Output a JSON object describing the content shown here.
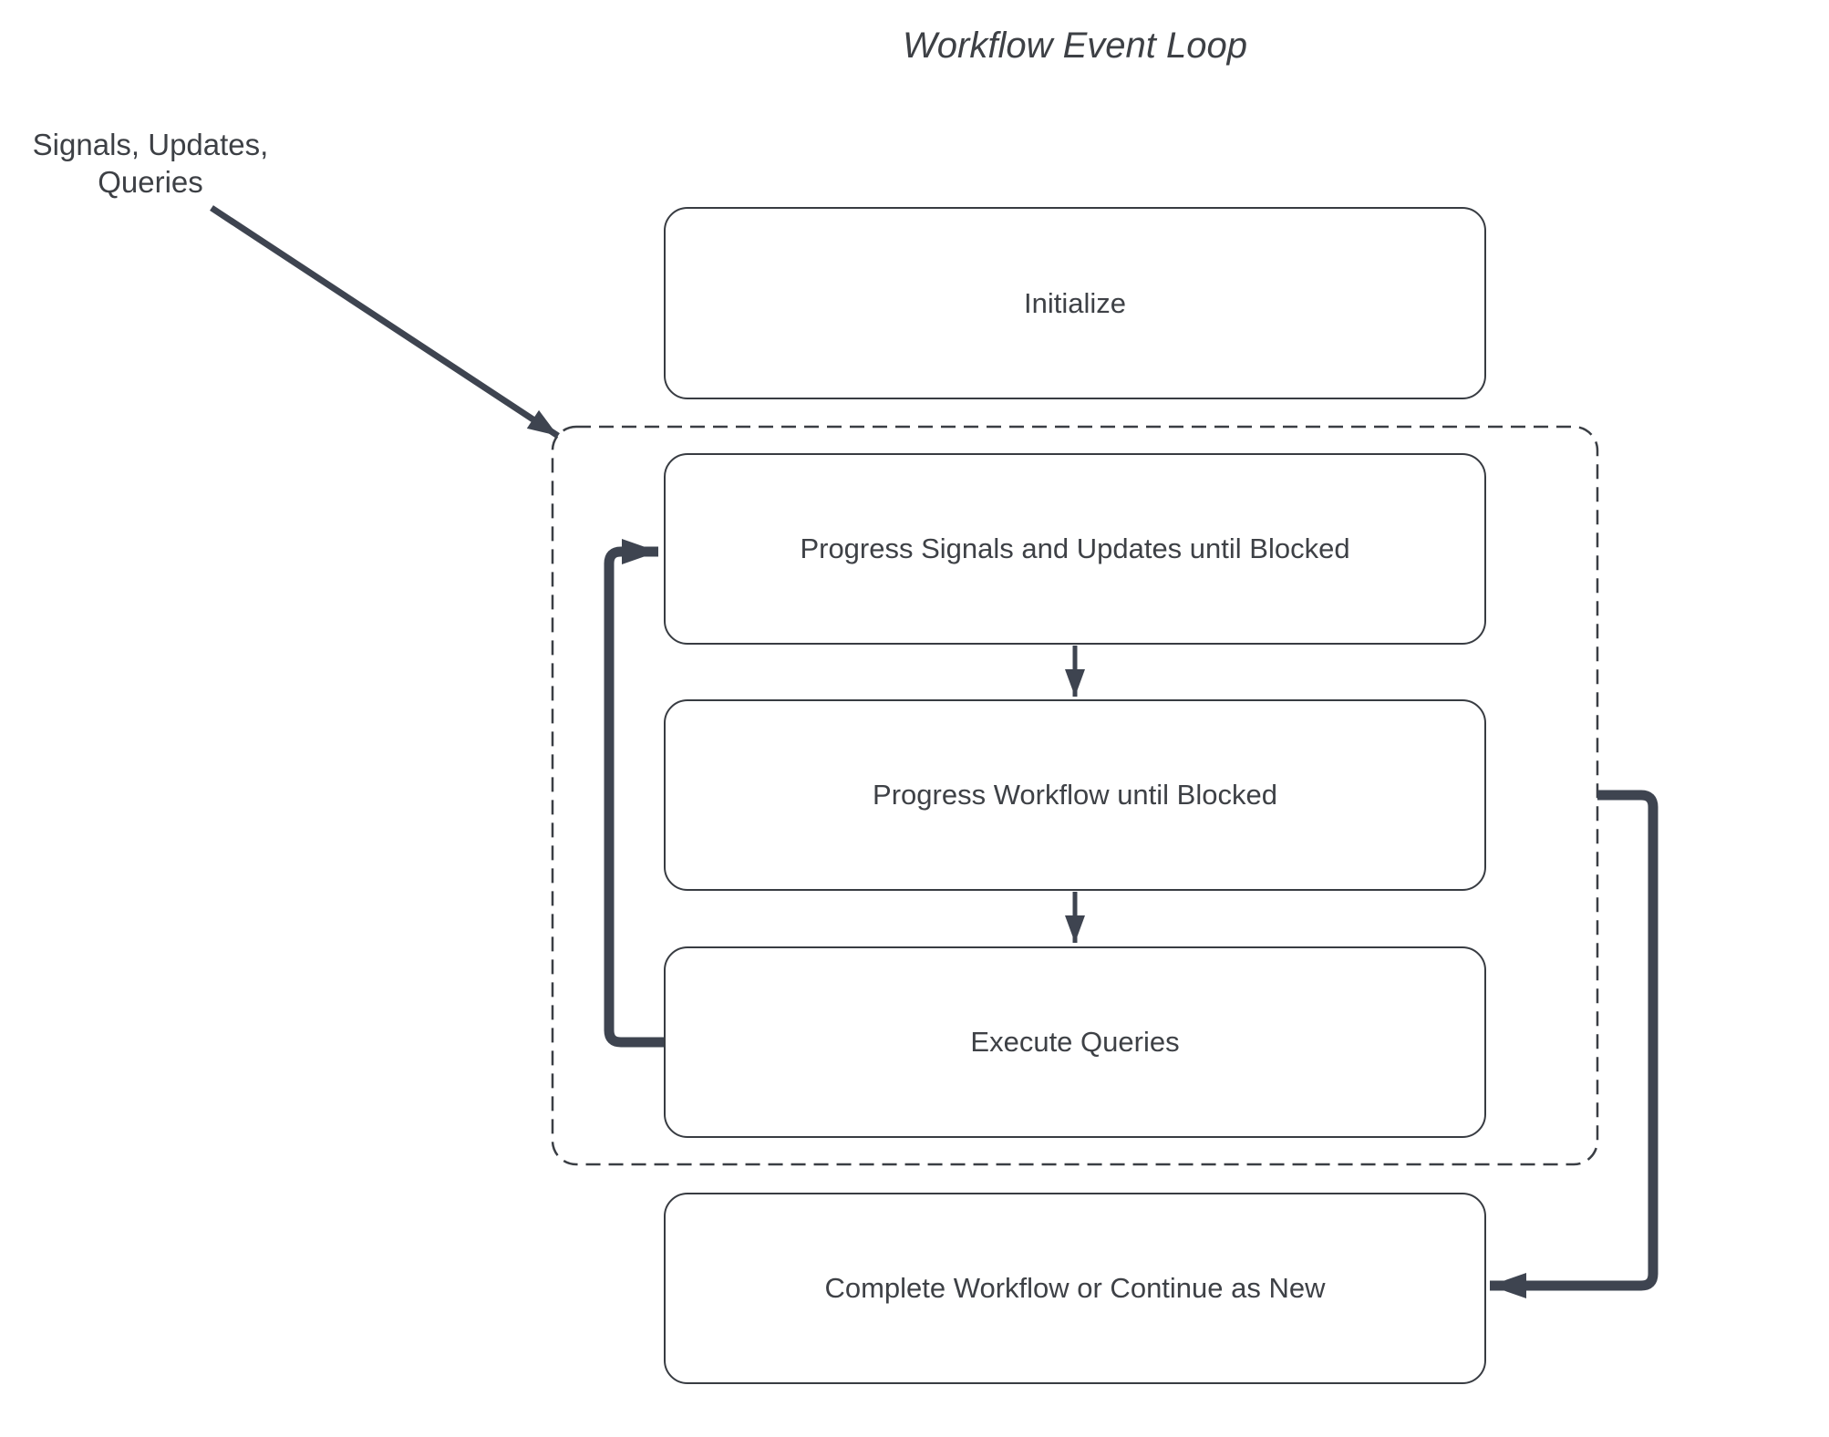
{
  "title": "Workflow Event Loop",
  "annotation": {
    "line1": "Signals, Updates,",
    "line2": "Queries"
  },
  "nodes": {
    "initialize": "Initialize",
    "progress_signals": "Progress Signals and Updates until Blocked",
    "progress_workflow": "Progress Workflow until Blocked",
    "execute_queries": "Execute Queries",
    "complete": "Complete Workflow or Continue as New"
  },
  "colors": {
    "background": "#FFFFFF",
    "node_fill": "#FFFFFF",
    "node_border": "#383C42",
    "dashed_container_border": "#3A3E44",
    "arrow": "#3E4450",
    "text": "#3D4045"
  }
}
